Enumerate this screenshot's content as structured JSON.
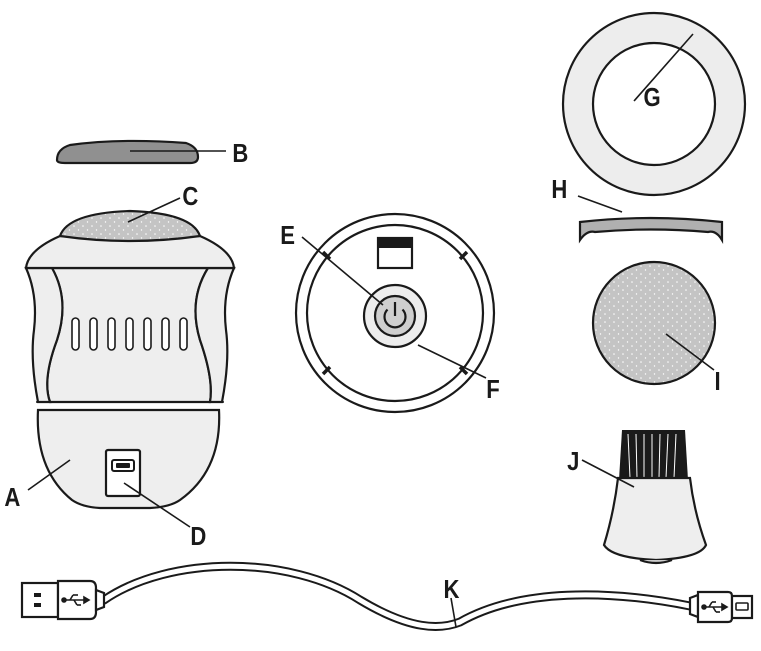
{
  "labels": {
    "A": "A",
    "B": "B",
    "C": "C",
    "D": "D",
    "E": "E",
    "F": "F",
    "G": "G",
    "H": "H",
    "I": "I",
    "J": "J",
    "K": "K"
  },
  "colors": {
    "outline": "#1a1a1a",
    "body_fill": "#eeeeee",
    "cap_fill": "#909090",
    "pad_fill": "#c4c4c4",
    "ring_fill": "#ededed"
  },
  "icons": {
    "power": "power-icon",
    "usb": "usb-icon"
  }
}
